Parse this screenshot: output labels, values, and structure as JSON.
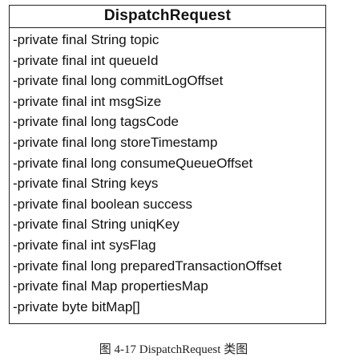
{
  "class_diagram": {
    "class_name": "DispatchRequest",
    "attributes": [
      "-private final String topic",
      "-private final int queueId",
      "-private final long commitLogOffset",
      "-private final int msgSize",
      "-private final long tagsCode",
      "-private final long storeTimestamp",
      "-private final long consumeQueueOffset",
      "-private final String keys",
      "-private final boolean success",
      "-private final String uniqKey",
      "-private final int sysFlag",
      "-private final long preparedTransactionOffset",
      "-private final Map propertiesMap",
      "-private byte bitMap[]"
    ]
  },
  "caption": "图 4-17 DispatchRequest 类图"
}
